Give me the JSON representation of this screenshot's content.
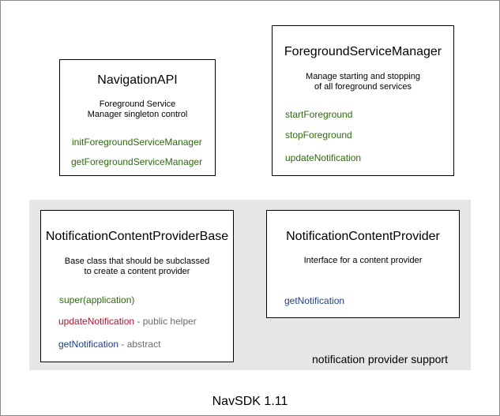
{
  "caption": "NavSDK 1.11",
  "group": {
    "label": "notification provider support"
  },
  "boxes": {
    "navigation_api": {
      "title": "NavigationAPI",
      "description": [
        "Foreground Service",
        "Manager singleton control"
      ],
      "methods": [
        "initForegroundServiceManager",
        "getForegroundServiceManager"
      ]
    },
    "foreground_service_manager": {
      "title": "ForegroundServiceManager",
      "description": [
        "Manage starting and stopping",
        "of all foreground services"
      ],
      "methods": [
        "startForeground",
        "stopForeground",
        "updateNotification"
      ]
    },
    "provider_base": {
      "title": "NotificationContentProviderBase",
      "description": [
        "Base class that should be subclassed",
        "to create a content provider"
      ],
      "methods": [
        {
          "name": "super(application)",
          "note": ""
        },
        {
          "name": "updateNotification",
          "note": " - public helper"
        },
        {
          "name": "getNotification",
          "note": " - abstract"
        }
      ]
    },
    "provider": {
      "title": "NotificationContentProvider",
      "description": [
        "Interface for a content provider"
      ],
      "methods": [
        "getNotification"
      ]
    }
  },
  "colors": {
    "method_green": "#2d6a0f",
    "method_red": "#b3132b",
    "method_blue": "#1c3f8c",
    "note_gray": "#6b6b6b",
    "group_background": "#e6e6e6"
  }
}
